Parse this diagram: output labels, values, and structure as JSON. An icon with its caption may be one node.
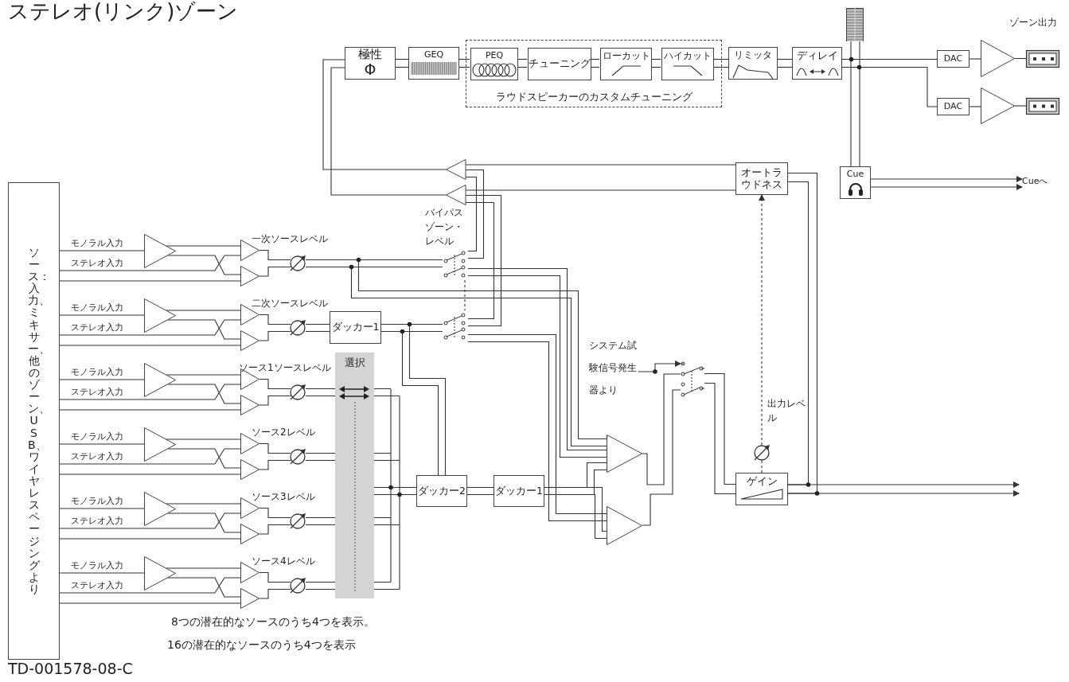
{
  "diagram": {
    "title": "ステレオ(リンク)ゾーン",
    "nodes": [
      {
        "text": [
          "ソース：入力、ミキサー、他のゾーン、USB、ワイヤレスページングより"
        ]
      },
      {
        "text": [],
        "shape": "triangle"
      },
      {
        "text": [],
        "shape": "triangle"
      },
      {
        "text": [],
        "shape": "triangle"
      },
      {
        "text": [],
        "shape": "circle"
      },
      {
        "text": [],
        "shape": "triangle"
      },
      {
        "text": [],
        "shape": "triangle"
      },
      {
        "text": [],
        "shape": "triangle"
      },
      {
        "text": [],
        "shape": "circle"
      },
      {
        "text": [],
        "shape": "triangle"
      },
      {
        "text": [],
        "shape": "triangle"
      },
      {
        "text": [],
        "shape": "triangle"
      },
      {
        "text": [],
        "shape": "circle"
      },
      {
        "text": [],
        "shape": "triangle"
      },
      {
        "text": [],
        "shape": "triangle"
      },
      {
        "text": [],
        "shape": "triangle"
      },
      {
        "text": [],
        "shape": "circle"
      },
      {
        "text": [],
        "shape": "triangle"
      },
      {
        "text": [],
        "shape": "triangle"
      },
      {
        "text": [],
        "shape": "triangle"
      },
      {
        "text": [],
        "shape": "circle"
      },
      {
        "text": [],
        "shape": "triangle"
      },
      {
        "text": [],
        "shape": "triangle"
      },
      {
        "text": [],
        "shape": "triangle"
      },
      {
        "text": [],
        "shape": "circle"
      },
      {
        "text": [
          "ダッカー1"
        ]
      },
      {
        "text": [
          "選択"
        ]
      },
      {
        "text": [
          "ダッカー2"
        ]
      },
      {
        "text": [
          "ダッカー1"
        ]
      },
      {
        "text": [],
        "shape": "switch",
        "beside": [
          "バイパスゾーン・レベル"
        ]
      },
      {
        "text": [],
        "shape": "switch"
      },
      {
        "text": [],
        "shape": "triangle"
      },
      {
        "text": [],
        "shape": "triangle"
      },
      {
        "text": [
          "システム試験信号発生器より"
        ]
      },
      {
        "text": [],
        "shape": "switch"
      },
      {
        "text": [],
        "shape": "circle",
        "beside": [
          "出力レベル"
        ]
      },
      {
        "text": [
          "ゲイン"
        ]
      },
      {
        "text": [
          "オートラウドネス"
        ]
      },
      {
        "text": [],
        "shape": "triangle"
      },
      {
        "text": [],
        "shape": "triangle"
      },
      {
        "text": [
          "極性",
          "Φ"
        ]
      },
      {
        "text": [
          "GEQ"
        ]
      },
      {
        "text": [
          "ラウドスピーカーのカスタムチューニング"
        ]
      },
      {
        "text": [
          "PEQ"
        ],
        "in": 42
      },
      {
        "text": [
          "チューニング"
        ],
        "in": 42
      },
      {
        "text": [
          "ローカット"
        ],
        "in": 42
      },
      {
        "text": [
          "ハイカット"
        ],
        "in": 42
      },
      {
        "text": [
          "リミッタ"
        ]
      },
      {
        "text": [
          "ディレイ"
        ]
      },
      {
        "text": [],
        "shape": "bar"
      },
      {
        "text": [
          "Cue"
        ]
      },
      {
        "text": [
          "DAC"
        ]
      },
      {
        "text": [
          "DAC"
        ]
      },
      {
        "text": [],
        "shape": "triangle"
      },
      {
        "text": [],
        "shape": "triangle"
      },
      {
        "text": [],
        "shape": "box"
      },
      {
        "text": [],
        "shape": "box"
      },
      {
        "text": [
          "Cueへ"
        ]
      }
    ],
    "edges": [
      {
        "from": 0,
        "to": 1,
        "arrow": "none",
        "label": "モノラル入力"
      },
      {
        "from": 0,
        "to": 2,
        "arrow": "none",
        "label": "ステレオ入力"
      },
      {
        "from": 0,
        "to": 3,
        "arrow": "none"
      },
      {
        "from": 1,
        "to": 2,
        "arrow": "none"
      },
      {
        "from": 1,
        "to": 3,
        "arrow": "none"
      },
      {
        "from": 2,
        "to": 4,
        "arrow": "none"
      },
      {
        "from": 3,
        "to": 4,
        "arrow": "none"
      },
      {
        "from": 0,
        "to": 5,
        "arrow": "none",
        "label": "モノラル入力"
      },
      {
        "from": 0,
        "to": 6,
        "arrow": "none",
        "label": "ステレオ入力"
      },
      {
        "from": 0,
        "to": 7,
        "arrow": "none"
      },
      {
        "from": 5,
        "to": 6,
        "arrow": "none"
      },
      {
        "from": 5,
        "to": 7,
        "arrow": "none"
      },
      {
        "from": 6,
        "to": 8,
        "arrow": "none"
      },
      {
        "from": 7,
        "to": 8,
        "arrow": "none"
      },
      {
        "from": 0,
        "to": 9,
        "arrow": "none",
        "label": "モノラル入力"
      },
      {
        "from": 0,
        "to": 10,
        "arrow": "none",
        "label": "ステレオ入力"
      },
      {
        "from": 0,
        "to": 11,
        "arrow": "none"
      },
      {
        "from": 9,
        "to": 10,
        "arrow": "none"
      },
      {
        "from": 9,
        "to": 11,
        "arrow": "none"
      },
      {
        "from": 10,
        "to": 12,
        "arrow": "none"
      },
      {
        "from": 11,
        "to": 12,
        "arrow": "none"
      },
      {
        "from": 0,
        "to": 13,
        "arrow": "none",
        "label": "モノラル入力"
      },
      {
        "from": 0,
        "to": 14,
        "arrow": "none",
        "label": "ステレオ入力"
      },
      {
        "from": 0,
        "to": 15,
        "arrow": "none"
      },
      {
        "from": 13,
        "to": 14,
        "arrow": "none"
      },
      {
        "from": 13,
        "to": 15,
        "arrow": "none"
      },
      {
        "from": 14,
        "to": 16,
        "arrow": "none"
      },
      {
        "from": 15,
        "to": 16,
        "arrow": "none"
      },
      {
        "from": 0,
        "to": 17,
        "arrow": "none",
        "label": "モノラル入力"
      },
      {
        "from": 0,
        "to": 18,
        "arrow": "none",
        "label": "ステレオ入力"
      },
      {
        "from": 0,
        "to": 19,
        "arrow": "none"
      },
      {
        "from": 17,
        "to": 18,
        "arrow": "none"
      },
      {
        "from": 17,
        "to": 19,
        "arrow": "none"
      },
      {
        "from": 18,
        "to": 20,
        "arrow": "none"
      },
      {
        "from": 19,
        "to": 20,
        "arrow": "none"
      },
      {
        "from": 0,
        "to": 21,
        "arrow": "none",
        "label": "モノラル入力"
      },
      {
        "from": 0,
        "to": 22,
        "arrow": "none",
        "label": "ステレオ入力"
      },
      {
        "from": 0,
        "to": 23,
        "arrow": "none"
      },
      {
        "from": 21,
        "to": 22,
        "arrow": "none"
      },
      {
        "from": 21,
        "to": 23,
        "arrow": "none"
      },
      {
        "from": 22,
        "to": 24,
        "arrow": "none"
      },
      {
        "from": 23,
        "to": 24,
        "arrow": "none"
      },
      {
        "from": 4,
        "to": 29,
        "arrow": "none"
      },
      {
        "from": 4,
        "to": 29,
        "arrow": "none"
      },
      {
        "from": 4,
        "to": 31,
        "arrow": "none"
      },
      {
        "from": 4,
        "to": 31,
        "arrow": "none"
      },
      {
        "from": 8,
        "to": 25,
        "arrow": "none"
      },
      {
        "from": 8,
        "to": 25,
        "arrow": "none"
      },
      {
        "from": 25,
        "to": 30,
        "arrow": "none"
      },
      {
        "from": 25,
        "to": 30,
        "arrow": "none"
      },
      {
        "from": 25,
        "to": 27,
        "arrow": "none"
      },
      {
        "from": 25,
        "to": 27,
        "arrow": "none"
      },
      {
        "from": 12,
        "to": 26,
        "arrow": "none"
      },
      {
        "from": 12,
        "to": 26,
        "arrow": "none"
      },
      {
        "from": 16,
        "to": 26,
        "arrow": "none"
      },
      {
        "from": 16,
        "to": 26,
        "arrow": "none"
      },
      {
        "from": 20,
        "to": 26,
        "arrow": "none"
      },
      {
        "from": 20,
        "to": 26,
        "arrow": "none"
      },
      {
        "from": 24,
        "to": 26,
        "arrow": "none"
      },
      {
        "from": 24,
        "to": 26,
        "arrow": "none"
      },
      {
        "from": 26,
        "to": 27,
        "arrow": "none"
      },
      {
        "from": 26,
        "to": 27,
        "arrow": "none"
      },
      {
        "from": 27,
        "to": 28,
        "arrow": "none"
      },
      {
        "from": 27,
        "to": 28,
        "arrow": "none"
      },
      {
        "from": 28,
        "to": 31,
        "arrow": "none"
      },
      {
        "from": 28,
        "to": 31,
        "arrow": "none"
      },
      {
        "from": 28,
        "to": 32,
        "arrow": "none"
      },
      {
        "from": 28,
        "to": 32,
        "arrow": "none"
      },
      {
        "from": 29,
        "to": 38,
        "arrow": "none"
      },
      {
        "from": 29,
        "to": 38,
        "arrow": "none"
      },
      {
        "from": 30,
        "to": 39,
        "arrow": "none"
      },
      {
        "from": 30,
        "to": 39,
        "arrow": "none"
      },
      {
        "from": 29,
        "to": 31,
        "arrow": "none"
      },
      {
        "from": 29,
        "to": 31,
        "arrow": "none"
      },
      {
        "from": 30,
        "to": 32,
        "arrow": "none"
      },
      {
        "from": 30,
        "to": 32,
        "arrow": "none"
      },
      {
        "from": 29,
        "to": 30,
        "arrow": "none",
        "style": "dashed"
      },
      {
        "from": 33,
        "to": 34,
        "arrow": "to"
      },
      {
        "from": 31,
        "to": 34,
        "arrow": "none"
      },
      {
        "from": 32,
        "to": 34,
        "arrow": "none"
      },
      {
        "from": 34,
        "to": 36,
        "arrow": "none"
      },
      {
        "from": 34,
        "to": 36,
        "arrow": "none"
      },
      {
        "from": 36,
        "to": 35,
        "arrow": "none",
        "style": "dashed"
      },
      {
        "from": 35,
        "to": 37,
        "arrow": "to",
        "style": "dashed"
      },
      {
        "from": 36,
        "to": 37,
        "arrow": "none"
      },
      {
        "from": 36,
        "to": 37,
        "arrow": "none"
      },
      {
        "from": 36,
        "to": null,
        "arrow": "to"
      },
      {
        "from": 36,
        "to": null,
        "arrow": "to"
      },
      {
        "from": 37,
        "to": 38,
        "arrow": "none"
      },
      {
        "from": 37,
        "to": 39,
        "arrow": "none"
      },
      {
        "from": 38,
        "to": 40,
        "arrow": "none"
      },
      {
        "from": 39,
        "to": 40,
        "arrow": "none"
      },
      {
        "from": 40,
        "to": 41,
        "arrow": "none"
      },
      {
        "from": 40,
        "to": 41,
        "arrow": "none"
      },
      {
        "from": 41,
        "to": 43,
        "arrow": "none"
      },
      {
        "from": 41,
        "to": 43,
        "arrow": "none"
      },
      {
        "from": 43,
        "to": 44,
        "arrow": "none"
      },
      {
        "from": 43,
        "to": 44,
        "arrow": "none"
      },
      {
        "from": 44,
        "to": 45,
        "arrow": "none"
      },
      {
        "from": 44,
        "to": 45,
        "arrow": "none"
      },
      {
        "from": 45,
        "to": 46,
        "arrow": "none"
      },
      {
        "from": 45,
        "to": 46,
        "arrow": "none"
      },
      {
        "from": 46,
        "to": 47,
        "arrow": "none"
      },
      {
        "from": 46,
        "to": 47,
        "arrow": "none"
      },
      {
        "from": 47,
        "to": 48,
        "arrow": "none"
      },
      {
        "from": 47,
        "to": 48,
        "arrow": "none"
      },
      {
        "from": 48,
        "to": 51,
        "arrow": "none"
      },
      {
        "from": 48,
        "to": 52,
        "arrow": "none"
      },
      {
        "from": 49,
        "to": 50,
        "arrow": "none"
      },
      {
        "from": 49,
        "to": 50,
        "arrow": "none"
      },
      {
        "from": 50,
        "to": 57,
        "arrow": "to"
      },
      {
        "from": 50,
        "to": 57,
        "arrow": "to"
      },
      {
        "from": 51,
        "to": 53,
        "arrow": "none"
      },
      {
        "from": 52,
        "to": 54,
        "arrow": "none"
      },
      {
        "from": 53,
        "to": 55,
        "arrow": "none"
      },
      {
        "from": 54,
        "to": 56,
        "arrow": "none"
      }
    ],
    "labels": [
      "ゾーン出力",
      "一次ソースレベル",
      "二次ソースレベル",
      "ソース1ソースレベル",
      "ソース2レベル",
      "ソース3レベル",
      "ソース4レベル",
      "8つの潜在的なソースのうち4つを表示。",
      "16の潜在的なソースのうち4つを表示",
      "TD-001578-08-C"
    ]
  }
}
